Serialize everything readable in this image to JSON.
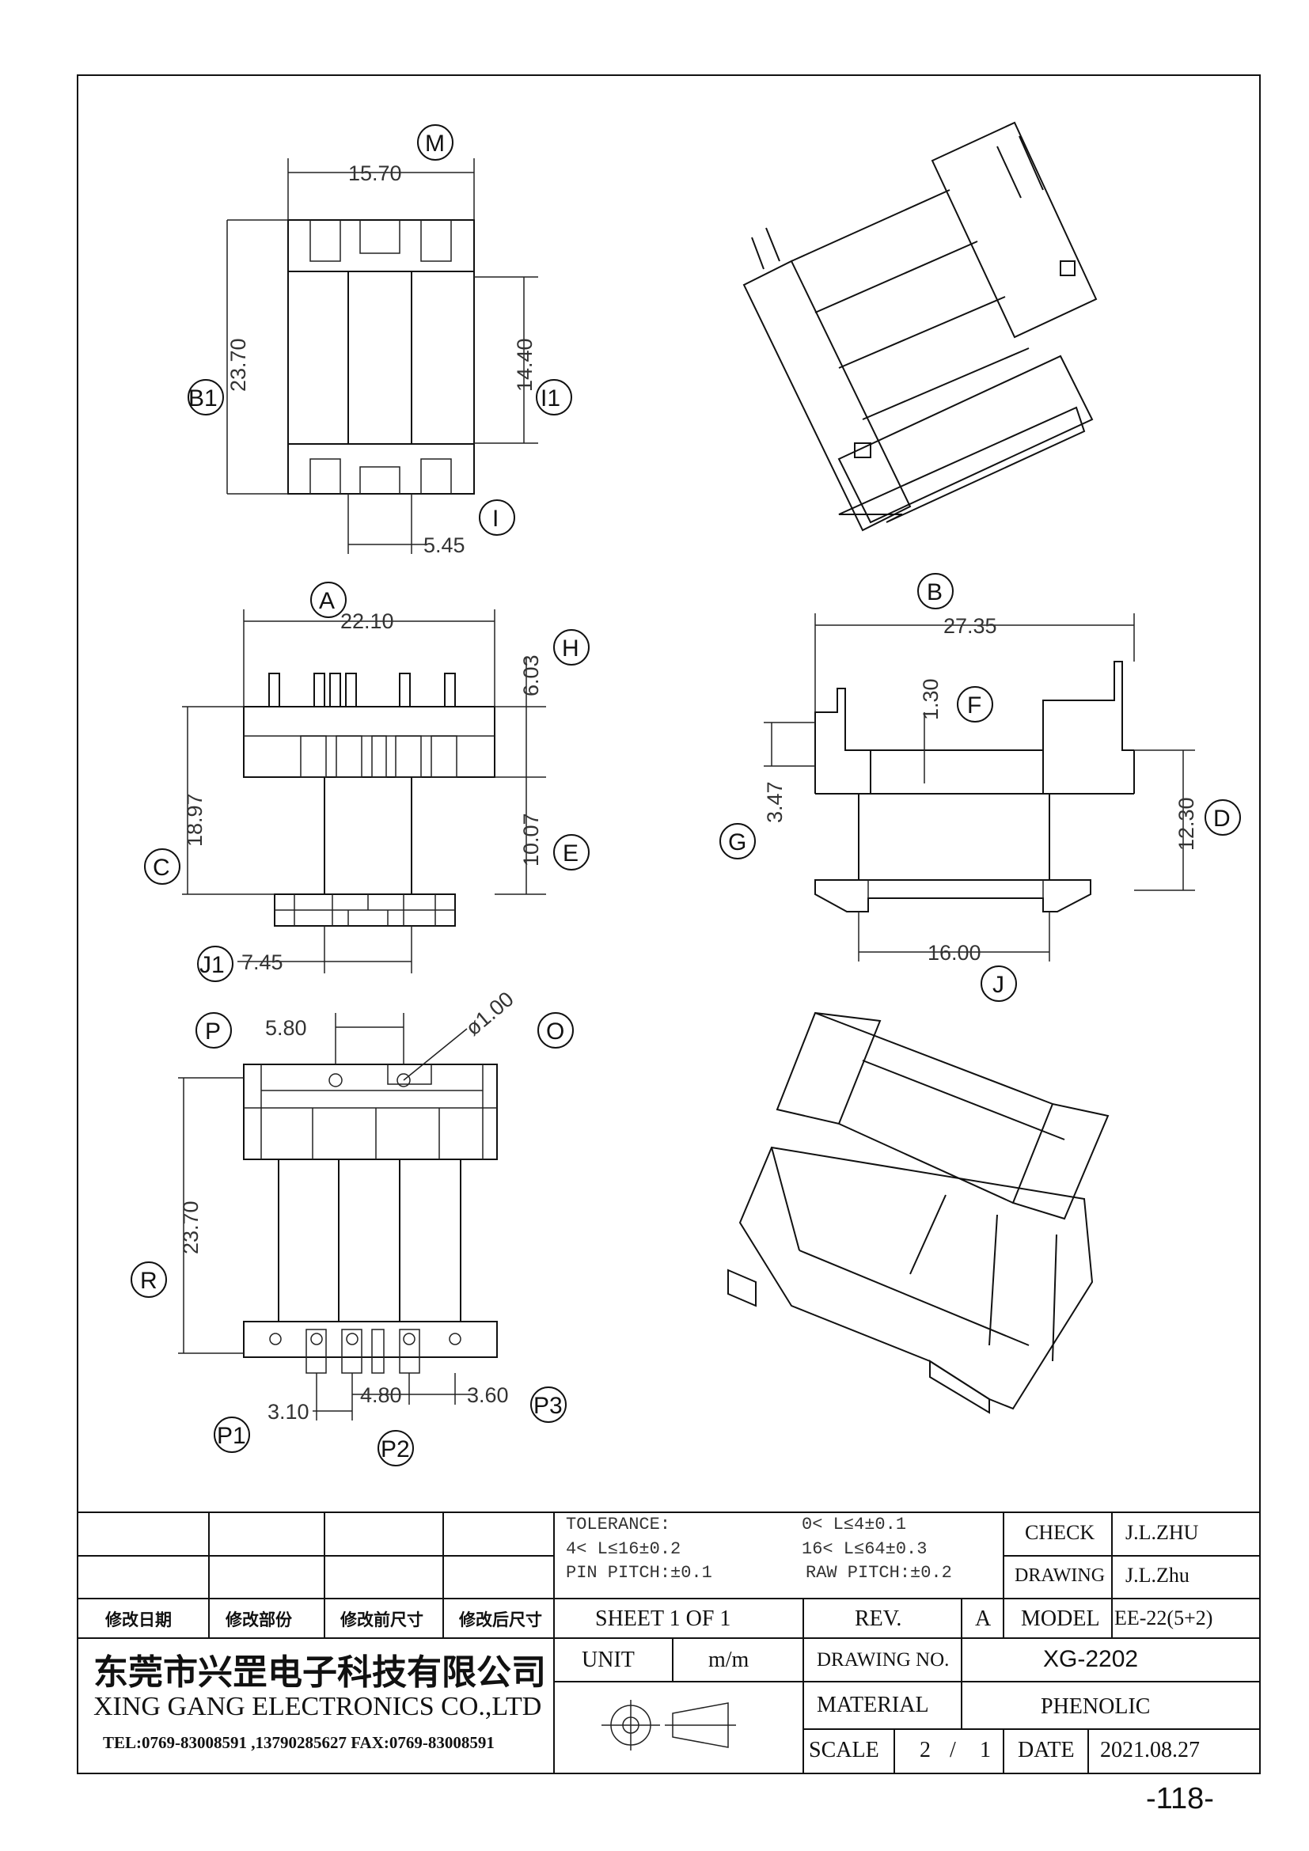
{
  "views": {
    "top": {
      "dims": {
        "width": "15.70",
        "height": "23.70",
        "inner": "14.40",
        "pitch": "5.45"
      },
      "labels": {
        "M": "M",
        "B1": "B1",
        "I1": "I1",
        "I": "I"
      }
    },
    "front": {
      "dims": {
        "width": "22.10",
        "pin_h": "6.03",
        "total_h": "18.97",
        "body_h": "10.07",
        "foot": "7.45"
      },
      "labels": {
        "A": "A",
        "H": "H",
        "C": "C",
        "E": "E",
        "J1": "J1"
      }
    },
    "side": {
      "dims": {
        "width": "27.35",
        "step": "1.30",
        "flange": "3.47",
        "height": "12.30",
        "base": "16.00"
      },
      "labels": {
        "B": "B",
        "F": "F",
        "G": "G",
        "D": "D",
        "J": "J"
      }
    },
    "bottom": {
      "dims": {
        "offset": "5.80",
        "hole": "ø1.00",
        "height": "23.70",
        "p1": "3.10",
        "p2": "4.80",
        "p3": "3.60"
      },
      "labels": {
        "P": "P",
        "O": "O",
        "R": "R",
        "P1": "P1",
        "P2": "P2",
        "P3": "P3"
      }
    }
  },
  "title_block": {
    "revision_headers": [
      "修改日期",
      "修改部份",
      "修改前尺寸",
      "修改后尺寸"
    ],
    "tolerance": {
      "title": "TOLERANCE:",
      "r1": "0< L≤4±0.1",
      "r2": "4< L≤16±0.2",
      "r3": "16< L≤64±0.3",
      "pin_pitch": "PIN PITCH:±0.1",
      "raw_pitch": "RAW PITCH:±0.2"
    },
    "check_label": "CHECK",
    "check_value": "J.L.ZHU",
    "drawing_label": "DRAWING",
    "drawing_value": "J.L.Zhu",
    "sheet": "SHEET 1 OF 1",
    "rev_label": "REV.",
    "rev_value": "A",
    "model_label": "MODEL",
    "model_value": "EE-22(5+2)",
    "company_cn": "东莞市兴罡电子科技有限公司",
    "company_en": "XING GANG ELECTRONICS CO.,LTD",
    "contact": "TEL:0769-83008591 ,13790285627 FAX:0769-83008591",
    "unit_label": "UNIT",
    "unit_value": "m/m",
    "drawing_no_label": "DRAWING NO.",
    "drawing_no_value": "XG-2202",
    "material_label": "MATERIAL",
    "material_value": "PHENOLIC",
    "scale_label": "SCALE",
    "scale_num": "2",
    "scale_sep": "/",
    "scale_den": "1",
    "date_label": "DATE",
    "date_value": "2021.08.27"
  },
  "page_number": "-118-"
}
